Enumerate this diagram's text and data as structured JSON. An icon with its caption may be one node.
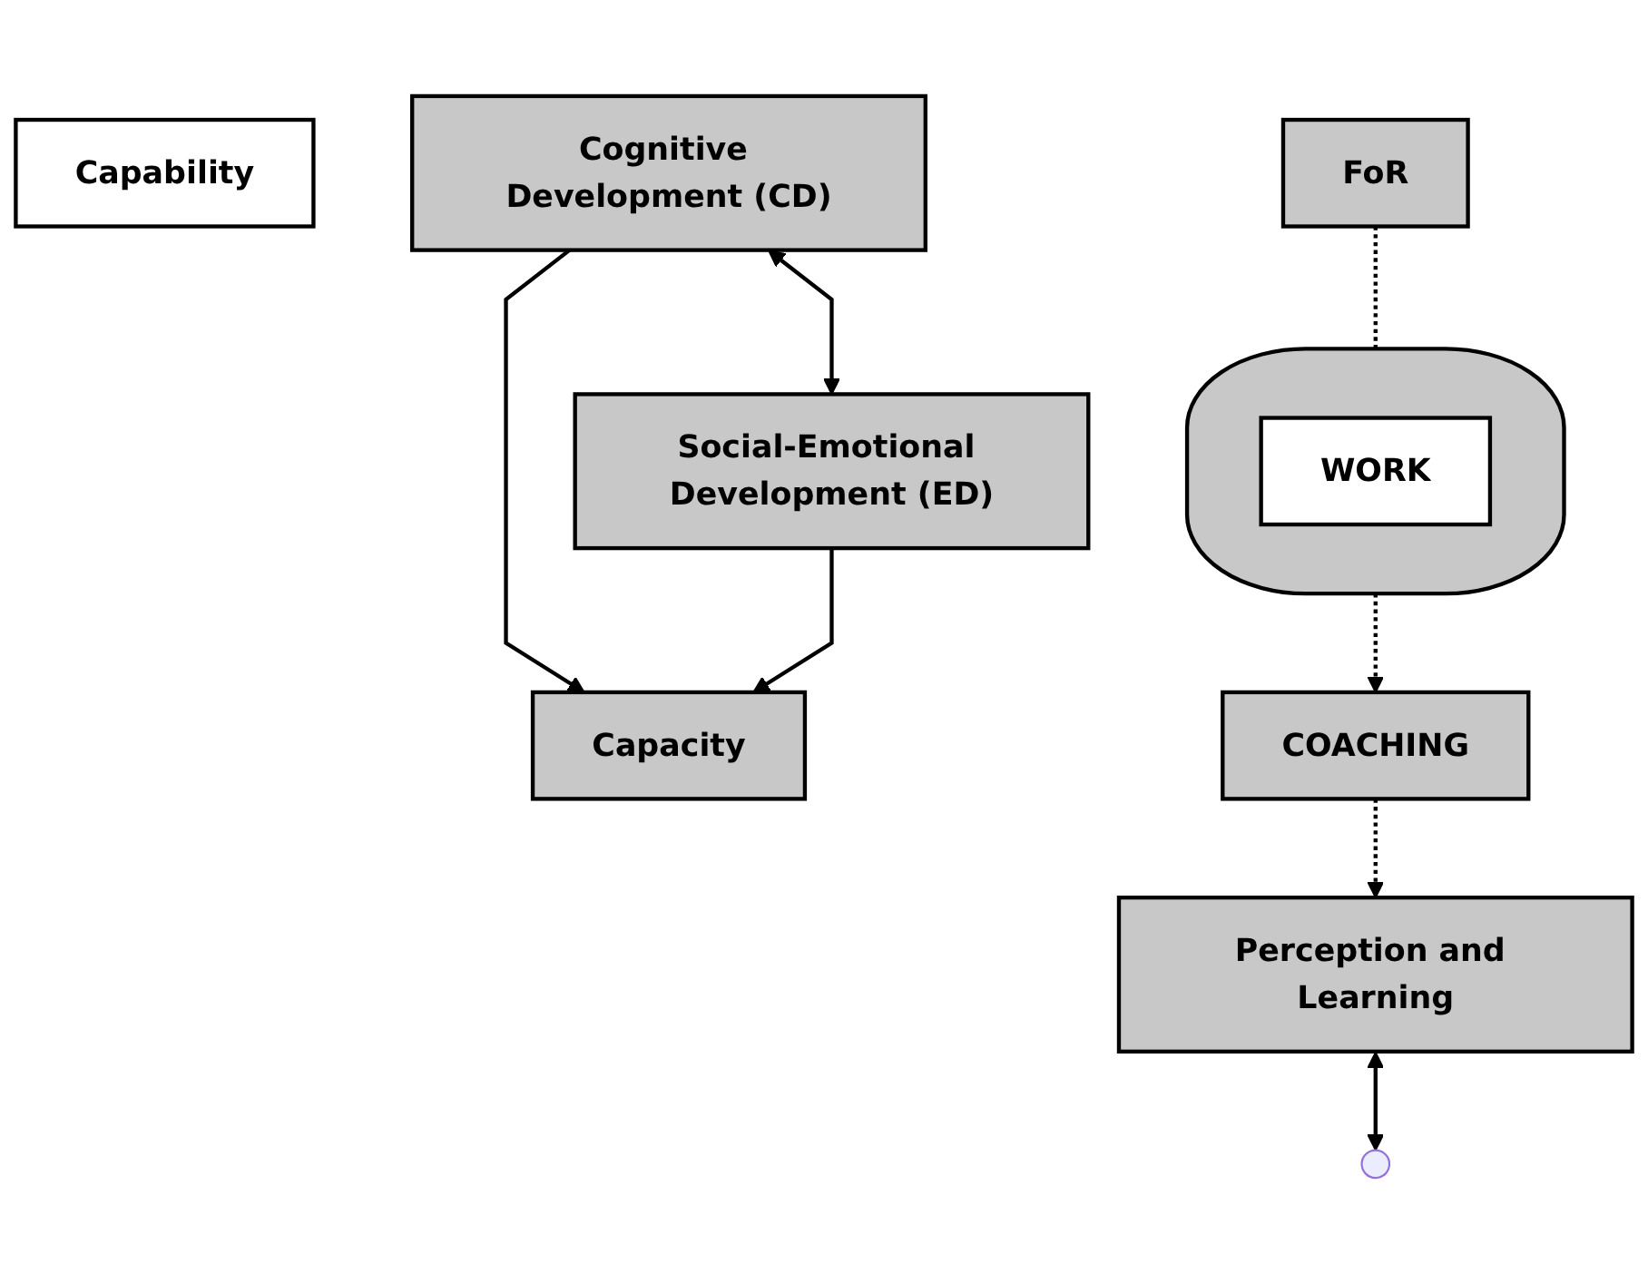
{
  "diagram": {
    "nodes": [
      {
        "text": [
          "Capability"
        ]
      },
      {
        "text": [
          "Cognitive Development (CD)"
        ]
      },
      {
        "text": [
          "Perception and Learning"
        ]
      },
      {
        "text": [
          "Capacity"
        ]
      },
      {
        "text": [
          "FoR"
        ]
      },
      {
        "text": [
          "Social-Emotional Development (ED)"
        ]
      },
      {
        "text": [],
        "shape": "ellipse"
      },
      {
        "text": [
          "WORK"
        ],
        "in": 6
      },
      {
        "text": [
          "COACHING"
        ]
      }
    ],
    "edges": [
      {
        "from": 1,
        "to": 3,
        "arrow": "to"
      },
      {
        "from": 1,
        "to": 5,
        "arrow": "both"
      },
      {
        "from": 2,
        "to": null,
        "arrow": "both"
      },
      {
        "from": 5,
        "to": 3,
        "arrow": "to"
      },
      {
        "from": 4,
        "to": 6,
        "arrow": "none",
        "style": "dashed"
      },
      {
        "from": 8,
        "to": 2,
        "arrow": "to",
        "style": "dashed"
      },
      {
        "from": 6,
        "to": 8,
        "arrow": "to",
        "style": "dashed"
      }
    ]
  }
}
